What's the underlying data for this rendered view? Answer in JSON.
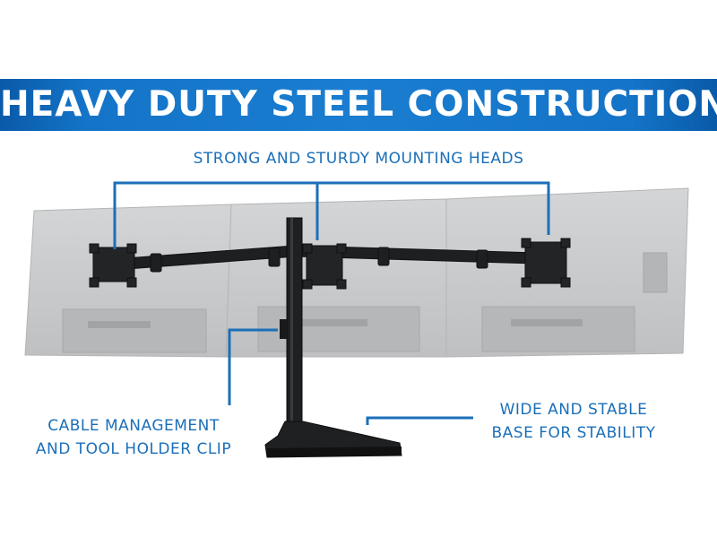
{
  "banner": {
    "title": "HEAVY DUTY STEEL CONSTRUCTION",
    "color": "#1a7dd0"
  },
  "callouts": {
    "mounting_heads": "STRONG AND STURDY MOUNTING HEADS",
    "cable_line1": "CABLE MANAGEMENT",
    "cable_line2": "AND TOOL HOLDER CLIP",
    "base_line1": "WIDE AND STABLE",
    "base_line2": "BASE FOR STABILITY",
    "color": "#1b6fb8"
  }
}
